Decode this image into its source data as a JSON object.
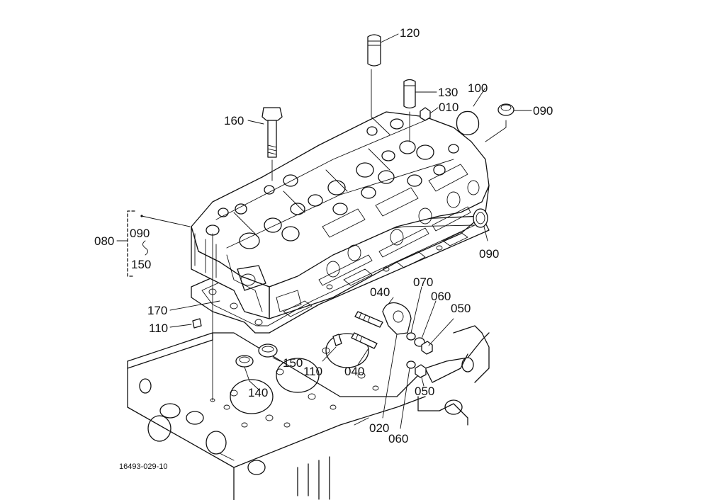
{
  "diagram": {
    "reference_code": "16493-029-10",
    "labels": {
      "p120": "120",
      "p130": "130",
      "p100": "100",
      "p010": "010",
      "p090_top": "090",
      "p160": "160",
      "p080": "080",
      "p090_group": "090",
      "p150_group": "150",
      "p090_right": "090",
      "p170": "170",
      "p110_left": "110",
      "p040_top": "040",
      "p070": "070",
      "p060_top": "060",
      "p050_top": "050",
      "p150_bottom": "150",
      "p110_bottom": "110",
      "p040_bottom": "040",
      "p140": "140",
      "p050_bottom": "050",
      "p020": "020",
      "p060_bottom": "060"
    }
  }
}
